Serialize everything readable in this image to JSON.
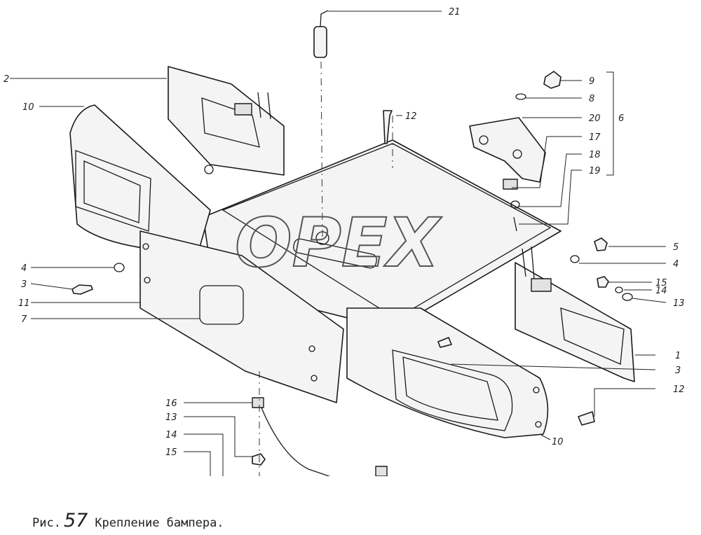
{
  "caption": {
    "prefix": "Рис.",
    "number": "57",
    "title": "Крепление бампера."
  },
  "watermark": "OPEX",
  "callouts": [
    {
      "id": "c21",
      "label": "21"
    },
    {
      "id": "c2",
      "label": "2"
    },
    {
      "id": "c10a",
      "label": "10"
    },
    {
      "id": "c12a",
      "label": "12"
    },
    {
      "id": "c9",
      "label": "9"
    },
    {
      "id": "c8",
      "label": "8"
    },
    {
      "id": "c20",
      "label": "20"
    },
    {
      "id": "c6",
      "label": "6"
    },
    {
      "id": "c17",
      "label": "17"
    },
    {
      "id": "c18",
      "label": "18"
    },
    {
      "id": "c19",
      "label": "19"
    },
    {
      "id": "c5",
      "label": "5"
    },
    {
      "id": "c4b",
      "label": "4"
    },
    {
      "id": "c15b",
      "label": "15"
    },
    {
      "id": "c14b",
      "label": "14"
    },
    {
      "id": "c13b",
      "label": "13"
    },
    {
      "id": "c4a",
      "label": "4"
    },
    {
      "id": "c3a",
      "label": "3"
    },
    {
      "id": "c11",
      "label": "11"
    },
    {
      "id": "c7",
      "label": "7"
    },
    {
      "id": "c1",
      "label": "1"
    },
    {
      "id": "c3b",
      "label": "3"
    },
    {
      "id": "c12b",
      "label": "12"
    },
    {
      "id": "c16",
      "label": "16"
    },
    {
      "id": "c13a",
      "label": "13"
    },
    {
      "id": "c14a",
      "label": "14"
    },
    {
      "id": "c15a",
      "label": "15"
    },
    {
      "id": "c10b",
      "label": "10"
    }
  ]
}
